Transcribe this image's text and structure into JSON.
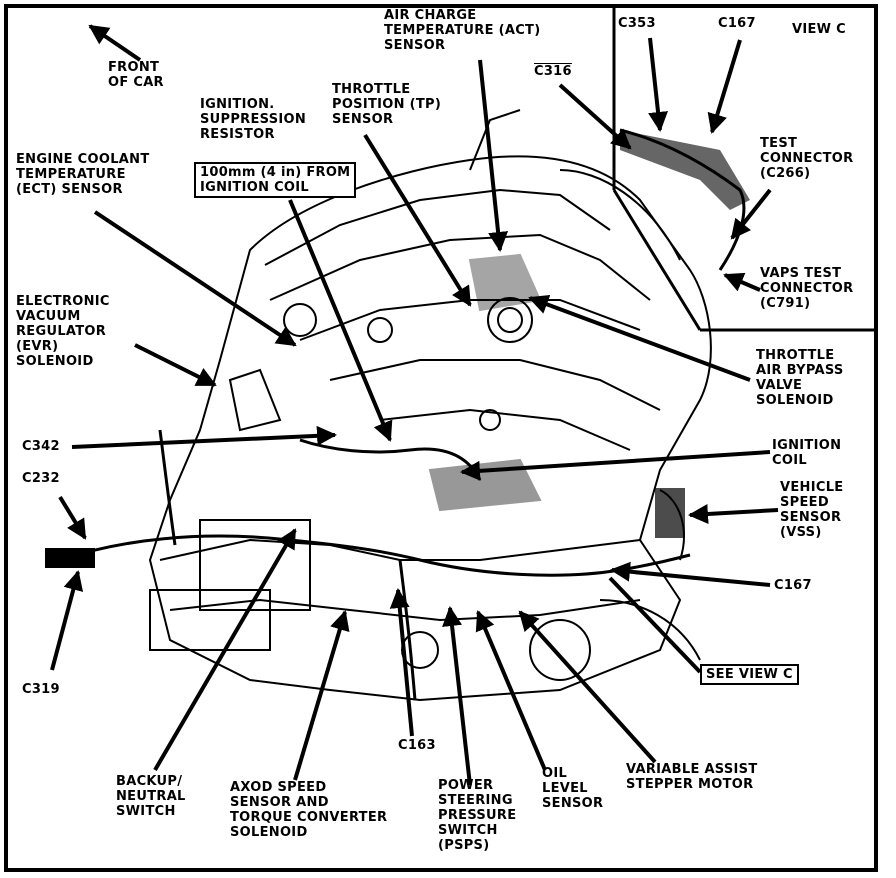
{
  "view_label": "VIEW C",
  "front_of_car": "FRONT\nOF CAR",
  "labels": {
    "air_charge_temp": "AIR CHARGE\nTEMPERATURE (ACT)\nSENSOR",
    "throttle_position": "THROTTLE\nPOSITION (TP)\nSENSOR",
    "ignition_suppression": "IGNITION.\nSUPPRESSION\nRESISTOR",
    "engine_coolant_temp": "ENGINE COOLANT\nTEMPERATURE\n(ECT) SENSOR",
    "distance_note": "100mm (4 in) FROM\nIGNITION COIL",
    "evr_solenoid": "ELECTRONIC\nVACUUM\nREGULATOR\n(EVR)\nSOLENOID",
    "c342": "C342",
    "c232": "C232",
    "c319": "C319",
    "c353": "C353",
    "c167_top": "C167",
    "c316": "C316",
    "test_connector": "TEST\nCONNECTOR\n(C266)",
    "vaps_test_connector": "VAPS TEST\nCONNECTOR\n(C791)",
    "throttle_air_bypass": "THROTTLE\nAIR BYPASS\nVALVE\nSOLENOID",
    "ignition_coil": "IGNITION\nCOIL",
    "vehicle_speed_sensor": "VEHICLE\nSPEED\nSENSOR\n(VSS)",
    "c167_right": "C167",
    "see_view_c": "SEE VIEW C",
    "c163": "C163",
    "backup_neutral": "BACKUP/\nNEUTRAL\nSWITCH",
    "axod_speed": "AXOD SPEED\nSENSOR AND\nTORQUE CONVERTER\nSOLENOID",
    "power_steering": "POWER\nSTEERING\nPRESSURE\nSWITCH\n(PSPS)",
    "oil_level": "OIL\nLEVEL\nSENSOR",
    "variable_assist": "VARIABLE ASSIST\nSTEPPER MOTOR"
  },
  "colors": {
    "ink": "#000000",
    "paper": "#ffffff"
  }
}
